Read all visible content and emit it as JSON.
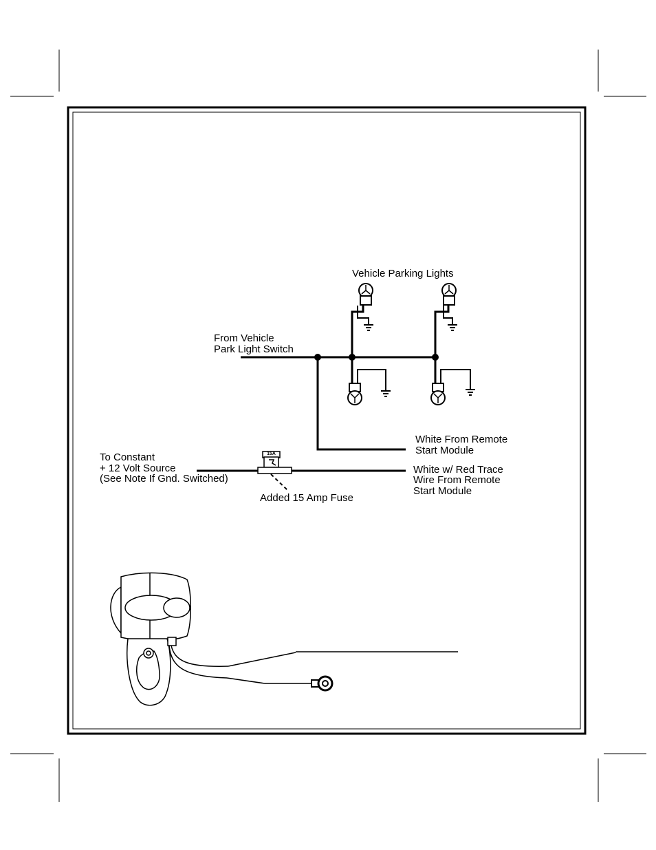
{
  "labels": {
    "parking_lights": "Vehicle Parking Lights",
    "from_switch_1": "From Vehicle",
    "from_switch_2": "Park Light  Switch",
    "white_remote_1": "White From Remote",
    "white_remote_2": "Start Module",
    "constant_1": "To Constant",
    "constant_2": "+ 12 Volt Source",
    "constant_3": "(See Note If Gnd. Switched)",
    "fuse_label": "Added 15 Amp Fuse",
    "fuse_rating": "15A",
    "trace_1": "White w/ Red  Trace",
    "trace_2": "Wire From Remote",
    "trace_3": "Start Module"
  },
  "icons": {
    "bulb": "lamp-bulb-icon",
    "ground": "ground-symbol-icon",
    "fuse": "blade-fuse-icon",
    "module": "remote-start-module-icon",
    "ring": "ring-terminal-icon"
  }
}
